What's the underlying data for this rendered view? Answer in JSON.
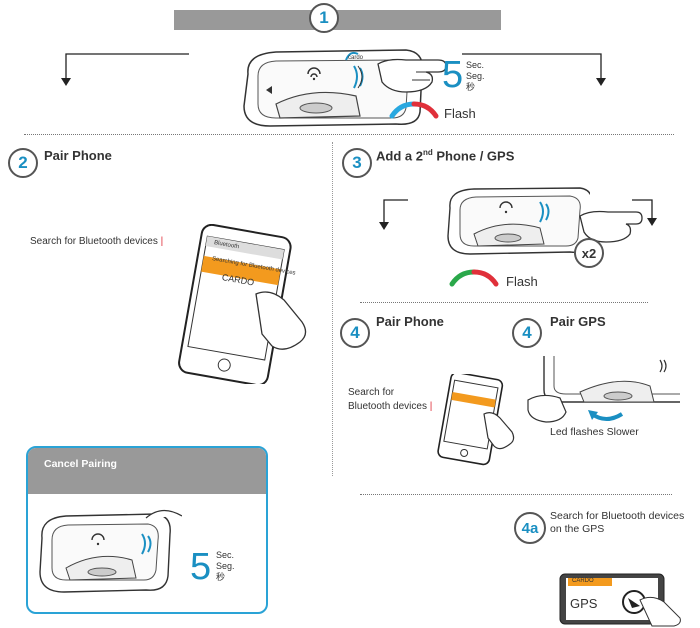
{
  "step1": {
    "number": "1",
    "sec_lines": [
      "Sec.",
      "Seg.",
      "秒"
    ],
    "seconds": "5",
    "flash_label": "Flash"
  },
  "step2": {
    "number": "2",
    "title": "Pair Phone",
    "search_text": "Search for Bluetooth devices",
    "phone_header": "Bluetooth",
    "phone_searching": "Searching for Bluetooth devices",
    "phone_device": "CARDO"
  },
  "step3": {
    "number": "3",
    "title_main": "Add a 2",
    "title_sup": "nd",
    "title_rest": " Phone / GPS",
    "x2_label": "x2",
    "flash_label": "Flash"
  },
  "step4_phone": {
    "number": "4",
    "title": "Pair Phone",
    "search_text_line1": "Search for",
    "search_text_line2": "Bluetooth devices"
  },
  "step4_gps": {
    "number": "4",
    "title": "Pair GPS",
    "caption": "Led flashes Slower"
  },
  "step4a": {
    "number": "4a",
    "text_line1": "Search for Bluetooth devices",
    "text_line2": "on the GPS"
  },
  "gps_screen": {
    "device": "CARDO",
    "label": "GPS"
  },
  "cancel": {
    "title": "Cancel Pairing",
    "sec_lines": [
      "Sec.",
      "Seg.",
      "秒"
    ],
    "seconds": "5"
  },
  "colors": {
    "accent": "#1a8fc2",
    "flash_blue": "#29a8e0",
    "flash_red": "#e0303a",
    "flash_green": "#2aa84a",
    "orange": "#f39a1e"
  }
}
